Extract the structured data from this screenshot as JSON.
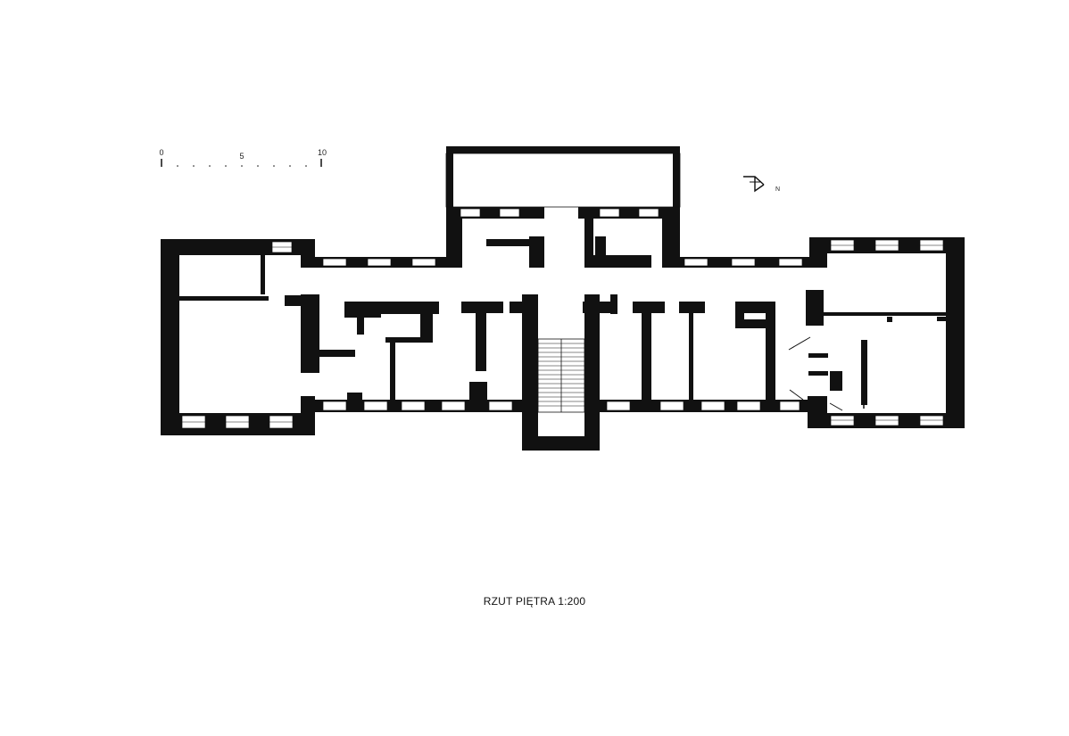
{
  "drawing": {
    "title": "RZUT PIĘTRA 1:200",
    "scale_bar": {
      "labels": [
        "0",
        "5",
        "10"
      ]
    },
    "north_arrow": {
      "label": "N"
    },
    "colors": {
      "walls": "#111111",
      "background": "#ffffff",
      "window_glass": "#ffffff"
    }
  }
}
